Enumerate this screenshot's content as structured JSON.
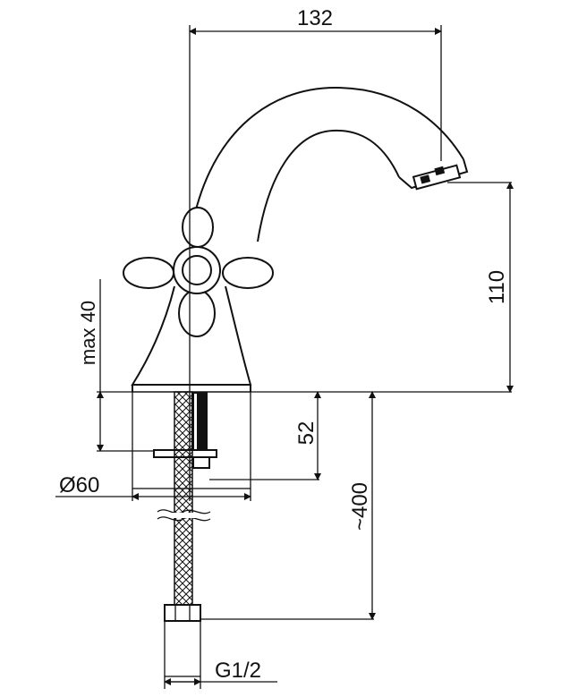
{
  "drawing": {
    "dim_width_top": "132",
    "dim_spout_height": "110",
    "dim_max_deck": "max 40",
    "dim_shank": "52",
    "dim_hose": "~400",
    "dim_base_diameter": "Ø60",
    "dim_thread": "G1/2"
  },
  "colors": {
    "line": "#111111",
    "background": "#ffffff"
  }
}
